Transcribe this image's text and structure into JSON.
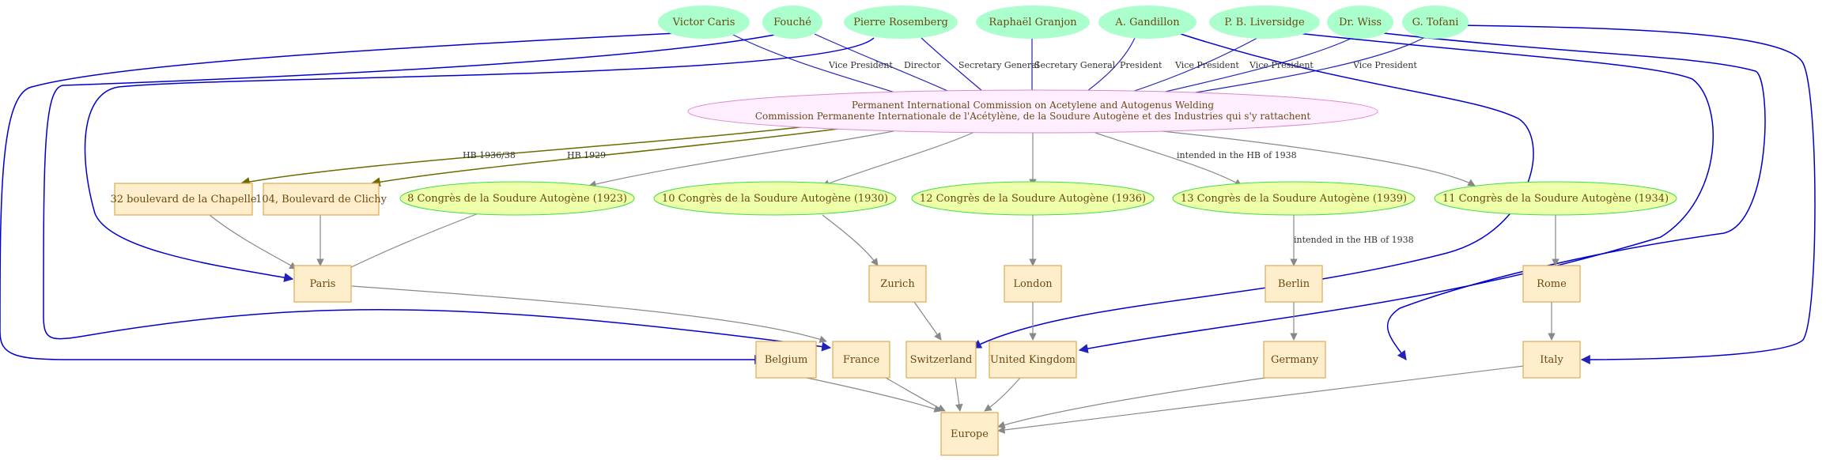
{
  "colors": {
    "person_fill": "#aaffcc",
    "org_fill": "#ffeeff",
    "org_stroke": "#dd88cc",
    "event_fill": "#eeffaa",
    "event_stroke": "#44dd44",
    "place_fill": "#ffeecc",
    "place_stroke": "#ddaa55",
    "edge_person": "#2222bb",
    "edge_person_strong": "#0000cc",
    "edge_address": "#6b6b00",
    "edge_grey": "#888888"
  },
  "organization": {
    "label_line1": "Permanent International Commission on Acetylene and Autogenus Welding",
    "label_line2": "Commission Permanente Internationale de l'Acétylène, de la Soudure Autogène et des Industries qui s'y rattachent"
  },
  "persons": [
    {
      "id": "caris",
      "label": "Victor Caris"
    },
    {
      "id": "fouche",
      "label": "Fouché"
    },
    {
      "id": "rosemberg",
      "label": "Pierre Rosemberg"
    },
    {
      "id": "granjon",
      "label": "Raphaël Granjon"
    },
    {
      "id": "gandillon",
      "label": "A. Gandillon"
    },
    {
      "id": "liversidge",
      "label": "P. B. Liversidge"
    },
    {
      "id": "wiss",
      "label": "Dr. Wiss"
    },
    {
      "id": "tofani",
      "label": "G. Tofani"
    }
  ],
  "addresses": [
    {
      "id": "chapelle",
      "label": "32 boulevard de la Chapelle"
    },
    {
      "id": "clichy",
      "label": "104, Boulevard de Clichy"
    }
  ],
  "events": [
    {
      "id": "c1923",
      "label": "8 Congrès de la Soudure Autogène (1923)"
    },
    {
      "id": "c1930",
      "label": "10 Congrès de la Soudure Autogène (1930)"
    },
    {
      "id": "c1936",
      "label": "12 Congrès de la Soudure Autogène (1936)"
    },
    {
      "id": "c1939",
      "label": "13 Congrès de la Soudure Autogène (1939)"
    },
    {
      "id": "c1934",
      "label": "11 Congrès de la Soudure Autogène (1934)"
    }
  ],
  "cities": [
    {
      "id": "paris",
      "label": "Paris"
    },
    {
      "id": "zurich",
      "label": "Zurich"
    },
    {
      "id": "london",
      "label": "London"
    },
    {
      "id": "berlin",
      "label": "Berlin"
    },
    {
      "id": "rome",
      "label": "Rome"
    }
  ],
  "countries": [
    {
      "id": "belgium",
      "label": "Belgium"
    },
    {
      "id": "france",
      "label": "France"
    },
    {
      "id": "switzerland",
      "label": "Switzerland"
    },
    {
      "id": "uk",
      "label": "United Kingdom"
    },
    {
      "id": "germany",
      "label": "Germany"
    },
    {
      "id": "italy",
      "label": "Italy"
    }
  ],
  "continent": {
    "id": "europe",
    "label": "Europe"
  },
  "edge_labels": {
    "caris_role": "Vice President",
    "fouche_role": "Director",
    "rosemberg_role": "Secretary General",
    "granjon_role": "Secretary General",
    "gandillon_role": "President",
    "liversidge_role": "Vice President",
    "wiss_role": "Vice President",
    "tofani_role": "Vice President",
    "chapelle_edge": "HB 1936/38",
    "clichy_edge": "HB 1929",
    "c1939_edge": "intended in the HB of 1938",
    "berlin_edge": "intended in the HB of 1938"
  }
}
